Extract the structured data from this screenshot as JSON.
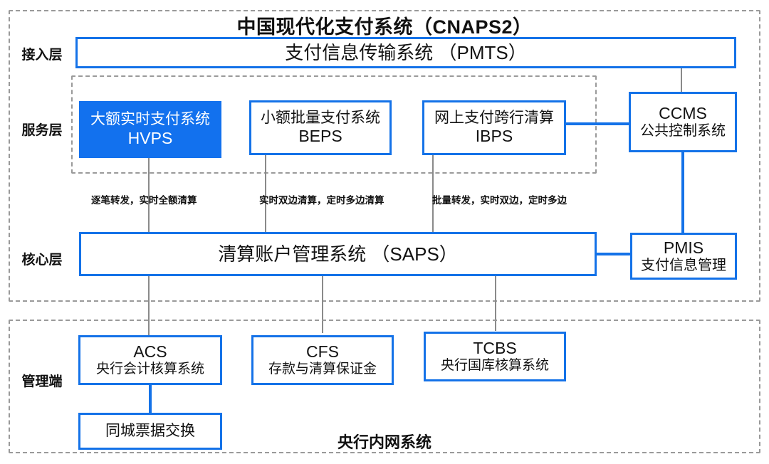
{
  "diagram": {
    "title": "中国现代化支付系统（CNAPS2）",
    "bottom_title": "央行内网系统",
    "layers": [
      {
        "id": "access",
        "label": "接入层"
      },
      {
        "id": "service",
        "label": "服务层"
      },
      {
        "id": "core",
        "label": "核心层"
      },
      {
        "id": "admin",
        "label": "管理端"
      }
    ],
    "nodes": {
      "pmts": {
        "line1": "支付信息传输系统 （PMTS）",
        "line2": ""
      },
      "hvps": {
        "line1": "大额实时支付系统",
        "line2": "HVPS"
      },
      "beps": {
        "line1": "小额批量支付系统",
        "line2": "BEPS"
      },
      "ibps": {
        "line1": "网上支付跨行清算",
        "line2": "IBPS"
      },
      "ccms": {
        "line1": "CCMS",
        "line2": "公共控制系统"
      },
      "saps": {
        "line1": "清算账户管理系统 （SAPS）",
        "line2": ""
      },
      "pmis": {
        "line1": "PMIS",
        "line2": "支付信息管理"
      },
      "acs": {
        "line1": "ACS",
        "line2": "央行会计核算系统"
      },
      "cfs": {
        "line1": "CFS",
        "line2": "存款与清算保证金"
      },
      "tcbs": {
        "line1": "TCBS",
        "line2": "央行国库核算系统"
      },
      "tongcheng": {
        "line1": "同城票据交换",
        "line2": ""
      }
    },
    "annotations": [
      {
        "id": "hvps-note",
        "text": "逐笔转发，实时全额清算"
      },
      {
        "id": "beps-note",
        "text": "实时双边清算，定时多边清算"
      },
      {
        "id": "ibps-note",
        "text": "批量转发，实时双边，定时多边"
      }
    ],
    "colors": {
      "accent_blue": "#1472e8",
      "fill_blue": "#1271ee",
      "dashed_gray": "#9a9a9a",
      "connector_gray": "#8a8a8a",
      "text": "#121212"
    }
  }
}
